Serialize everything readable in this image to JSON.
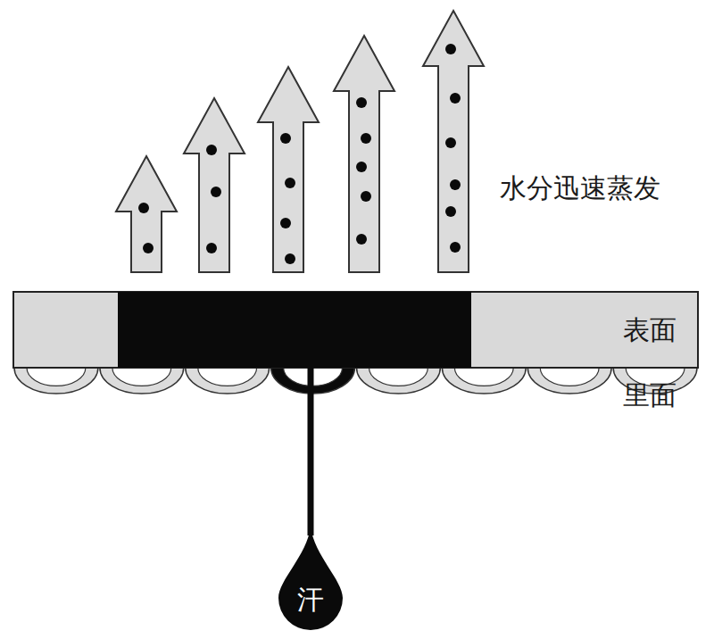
{
  "diagram": {
    "nodes": [
      {
        "text": [
          "汗"
        ]
      }
    ],
    "labels": [
      "水分迅速蒸发",
      "表面",
      "里面"
    ]
  }
}
